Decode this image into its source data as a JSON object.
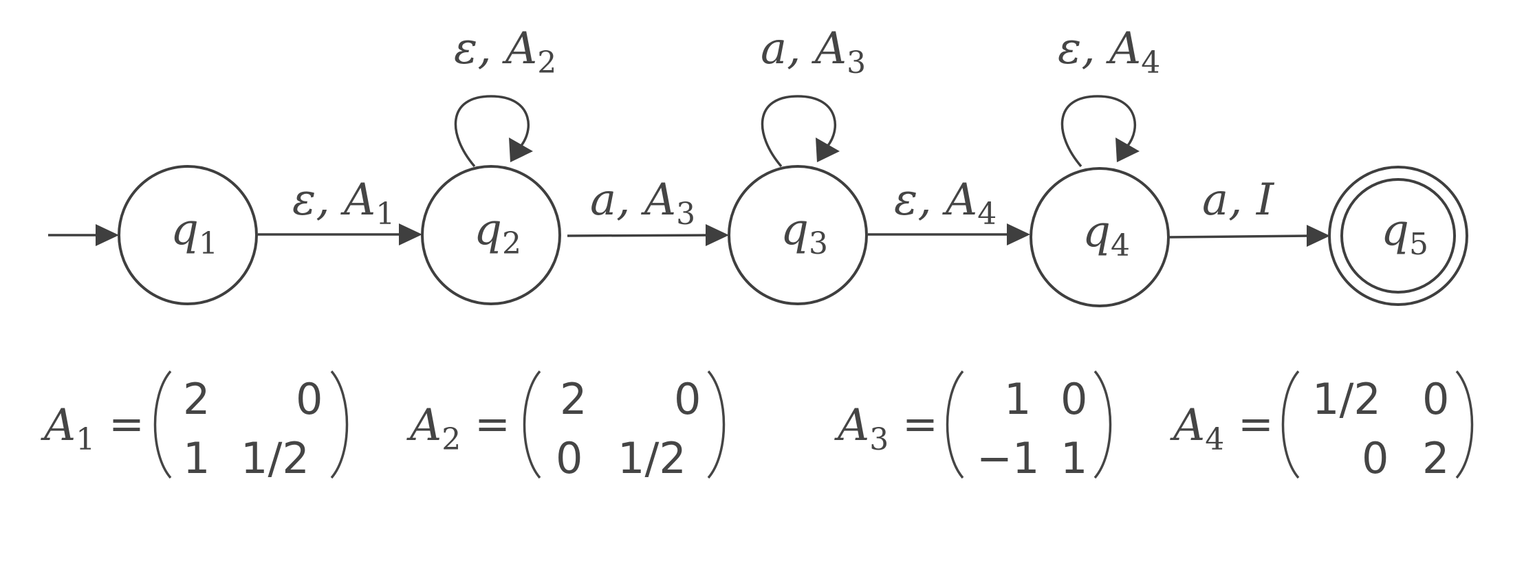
{
  "states": [
    {
      "id": "q1",
      "base": "q",
      "sub": "1",
      "accepting": false
    },
    {
      "id": "q2",
      "base": "q",
      "sub": "2",
      "accepting": false
    },
    {
      "id": "q3",
      "base": "q",
      "sub": "3",
      "accepting": false
    },
    {
      "id": "q4",
      "base": "q",
      "sub": "4",
      "accepting": false
    },
    {
      "id": "q5",
      "base": "q",
      "sub": "5",
      "accepting": true
    }
  ],
  "transitions": [
    {
      "from": "q1",
      "to": "q2",
      "symbol": "ε",
      "weight_base": "A",
      "weight_sub": "1"
    },
    {
      "from": "q2",
      "to": "q2",
      "symbol": "ε",
      "weight_base": "A",
      "weight_sub": "2"
    },
    {
      "from": "q2",
      "to": "q3",
      "symbol": "a",
      "weight_base": "A",
      "weight_sub": "3"
    },
    {
      "from": "q3",
      "to": "q3",
      "symbol": "a",
      "weight_base": "A",
      "weight_sub": "3"
    },
    {
      "from": "q3",
      "to": "q4",
      "symbol": "ε",
      "weight_base": "A",
      "weight_sub": "4"
    },
    {
      "from": "q4",
      "to": "q4",
      "symbol": "ε",
      "weight_base": "A",
      "weight_sub": "4"
    },
    {
      "from": "q4",
      "to": "q5",
      "symbol": "a",
      "weight_base": "I",
      "weight_sub": ""
    }
  ],
  "matrices": [
    {
      "base": "A",
      "sub": "1",
      "rows": [
        [
          "2",
          "0"
        ],
        [
          "1",
          "1/2"
        ]
      ]
    },
    {
      "base": "A",
      "sub": "2",
      "rows": [
        [
          "2",
          "0"
        ],
        [
          "0",
          "1/2"
        ]
      ]
    },
    {
      "base": "A",
      "sub": "3",
      "rows": [
        [
          "1",
          "0"
        ],
        [
          "−1",
          "1"
        ]
      ]
    },
    {
      "base": "A",
      "sub": "4",
      "rows": [
        [
          "1/2",
          "0"
        ],
        [
          "0",
          "2"
        ]
      ]
    }
  ],
  "colors": {
    "stroke": "#3f3f3f",
    "text": "#454545",
    "background": "#ffffff"
  }
}
